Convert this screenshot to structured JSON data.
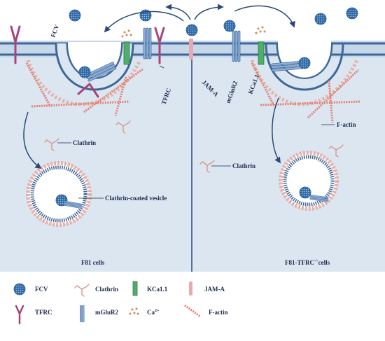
{
  "labels": {
    "fcv": "FCV",
    "tfrc": "TFRC",
    "jama": "JAM-A",
    "mglur2": "mGluR2",
    "kca11": "KCa1.1",
    "fActin": "F-actin",
    "clathrinLeft": "Clathrin",
    "clathrinRight": "Clathrin",
    "ccv": "Clathrin-coated vesicle",
    "leftCells": "F81 cells",
    "rightCellsMain": "F81-TFRC",
    "rightCellsSup": "-/-",
    "rightCellsTail": "cells"
  },
  "legend": {
    "fcv": "FCV",
    "clathrin": "Clathrin",
    "kca11": "KCa1.1",
    "jama": "JAM-A",
    "tfrc": "TFRC",
    "mglur2": "mGluR2",
    "ca": "Ca",
    "caSup": "2+",
    "factin": "F-actin"
  },
  "colors": {
    "membrane": "#9fb9d6",
    "membraneDark": "#3e6797",
    "cytoplasm": "#dbe6f1",
    "virus": "#2f6aa6",
    "tfrc": "#a6457a",
    "jama": "#e8a9b0",
    "kca": "#4fae6b",
    "actin": "#e3806f",
    "clathrin": "#e5b1aa",
    "calcium": "#d4874f",
    "arrow": "#2a4a77"
  }
}
